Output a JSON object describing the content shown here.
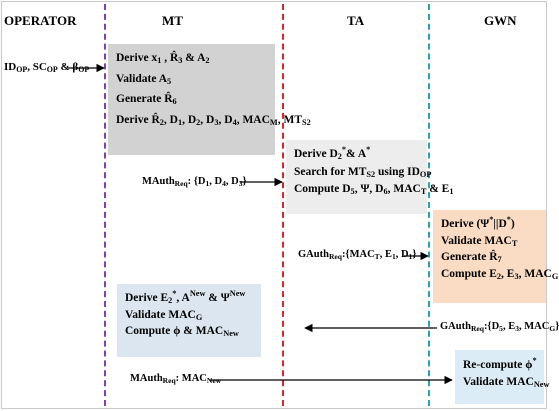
{
  "headers": {
    "operator": "OPERATOR",
    "mt": "MT",
    "ta": "TA",
    "gwn": "GWN"
  },
  "colors": {
    "operator_line": "#7e3fb8",
    "mt_line": "#f0a0a0",
    "ta_line": "#d9262a",
    "gwn_line": "#2aa0b4",
    "mt_box_top": "#d2d2d2",
    "ta_box": "#ededed",
    "gwn_box": "#f9dcc3",
    "mt_box_bottom": "#dce6f1",
    "gwn_box_bottom": "#dcecf7"
  },
  "operator_input": "ID<sub>OP</sub>, SC<sub>OP</sub> &amp; β<sub>OP</sub>",
  "mt_box_1": [
    "Derive x<sub>1</sub> , R̂<sub>3</sub> &amp; A<sub>2</sub>",
    "Validate A<sub>5</sub>",
    "Generate R̂<sub>6</sub>",
    "Derive R̂<sub>2</sub>, D<sub>1</sub>, D<sub>2</sub>, D<sub>3</sub>, D<sub>4</sub>, MAC<sub>M</sub>, MT<sub>S2</sub>"
  ],
  "msg_mauth_1": "MAuth<sub>Req</sub>: {D<sub>1</sub>, D<sub>4</sub>, D<sub>3</sub>}",
  "ta_box": [
    "Derive D<sub>2</sub><sup>*</sup>&amp; A<sup>*</sup>",
    "Search for MT<sub>S2</sub> using ID<sub>OP</sub>",
    "Compute D<sub>5</sub>, Ψ, D<sub>6</sub>, MAC<sub>T</sub> &amp; E<sub>1</sub>"
  ],
  "msg_gauth_1": "GAuth<sub>Req</sub>:{MAC<sub>T</sub>, E<sub>1</sub>, D<sub>1</sub>}",
  "gwn_box_1": [
    "Derive (Ψ<sup>*</sup>||D<sup>*</sup>)",
    "Validate MAC<sub>T</sub>",
    "Generate R̂<sub>7</sub>",
    "Compute E<sub>2</sub>, E<sub>3</sub>, MAC<sub>G</sub>"
  ],
  "mt_box_2": [
    "Derive E<sub>2</sub><sup>*</sup>, A<sup>New</sup> &amp; Ψ<sup>New</sup>",
    "Validate MAC<sub>G</sub>",
    "Compute ϕ &amp; MAC<sub>New</sub>"
  ],
  "msg_gauth_2": "GAuth<sub>Req</sub>:{D<sub>5</sub>, E<sub>3</sub>, MAC<sub>G</sub>}",
  "msg_mauth_2": "MAuth<sub>Req</sub>: MAC<sub>New</sub>",
  "gwn_box_2": [
    "Re-compute ϕ<sup>*</sup>",
    "Validate MAC<sub>New</sub>"
  ]
}
